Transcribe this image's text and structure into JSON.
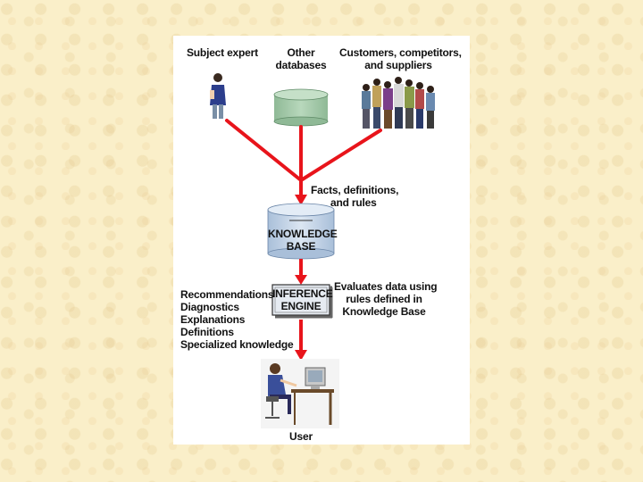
{
  "diagram": {
    "sources": {
      "subject_expert": "Subject expert",
      "other_databases": [
        "Other",
        "databases"
      ],
      "customers": [
        "Customers, competitors,",
        "and suppliers"
      ]
    },
    "facts_label": [
      "Facts, definitions,",
      "and rules"
    ],
    "knowledge_base": [
      "KNOWLEDGE",
      "BASE"
    ],
    "inference_engine": [
      "INFERENCE",
      "ENGINE"
    ],
    "evaluates_label": [
      "Evaluates data using",
      "rules defined in",
      "Knowledge Base"
    ],
    "outputs": [
      "Recommendations",
      "Diagnostics",
      "Explanations",
      "Definitions",
      "Specialized knowledge"
    ],
    "user_label": "User",
    "colors": {
      "arrow": "#e8141b",
      "cylinder": "#a9cfae",
      "kb_fill": "#c9d9ec",
      "box_fill": "#e6ebf2"
    }
  }
}
